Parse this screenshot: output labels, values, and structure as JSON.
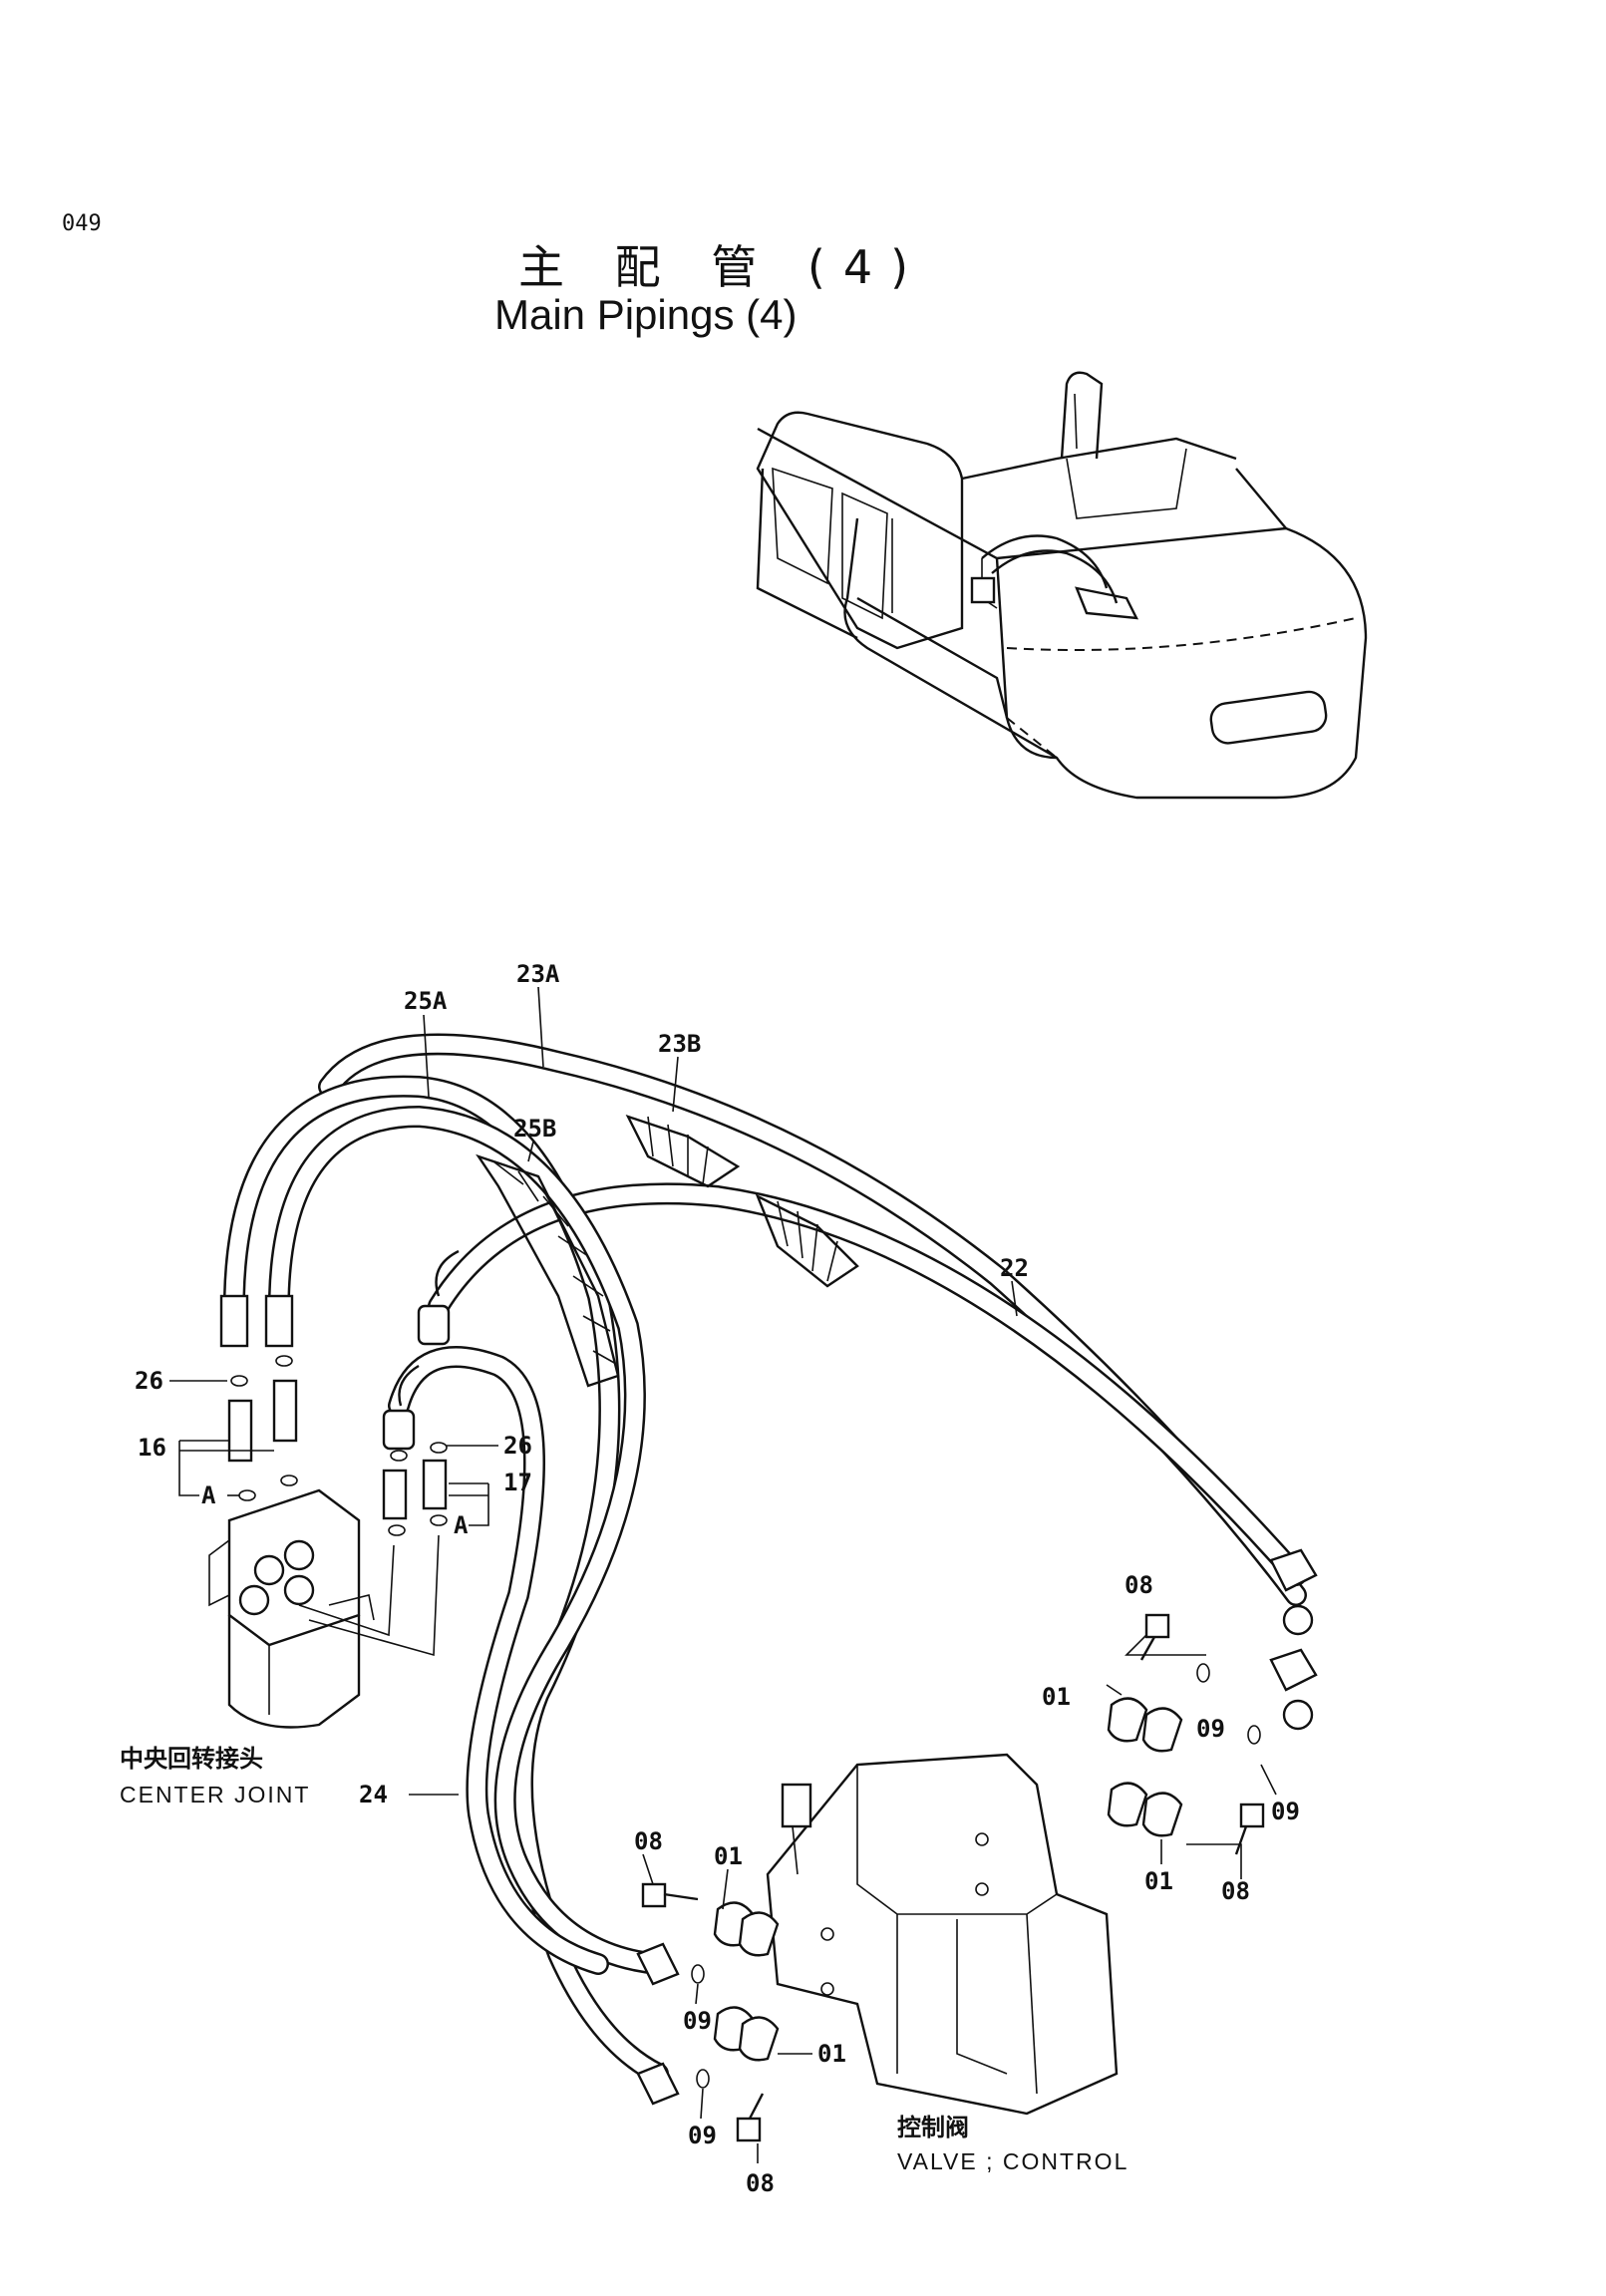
{
  "page_number": "049",
  "title_cn": "主 配 管 (4)",
  "title_en": "Main Pipings (4)",
  "captions": {
    "center_joint_cn": "中央回转接头",
    "center_joint_en": "CENTER JOINT",
    "control_valve_cn": "控制阀",
    "control_valve_en": "VALVE ; CONTROL"
  },
  "labels": {
    "l23A": "23A",
    "l25A": "25A",
    "l23B": "23B",
    "l25B": "25B",
    "l22": "22",
    "l26a": "26",
    "l16": "16",
    "lA1": "A",
    "l26b": "26",
    "l17": "17",
    "lA2": "A",
    "l24": "24",
    "l08a": "08",
    "l01a": "01",
    "l09a": "09",
    "l09b": "09",
    "l01b": "01",
    "l08b": "08",
    "l08c": "08",
    "l01c": "01",
    "l09c": "09",
    "l01d": "01",
    "l09d": "09",
    "l08d": "08"
  }
}
